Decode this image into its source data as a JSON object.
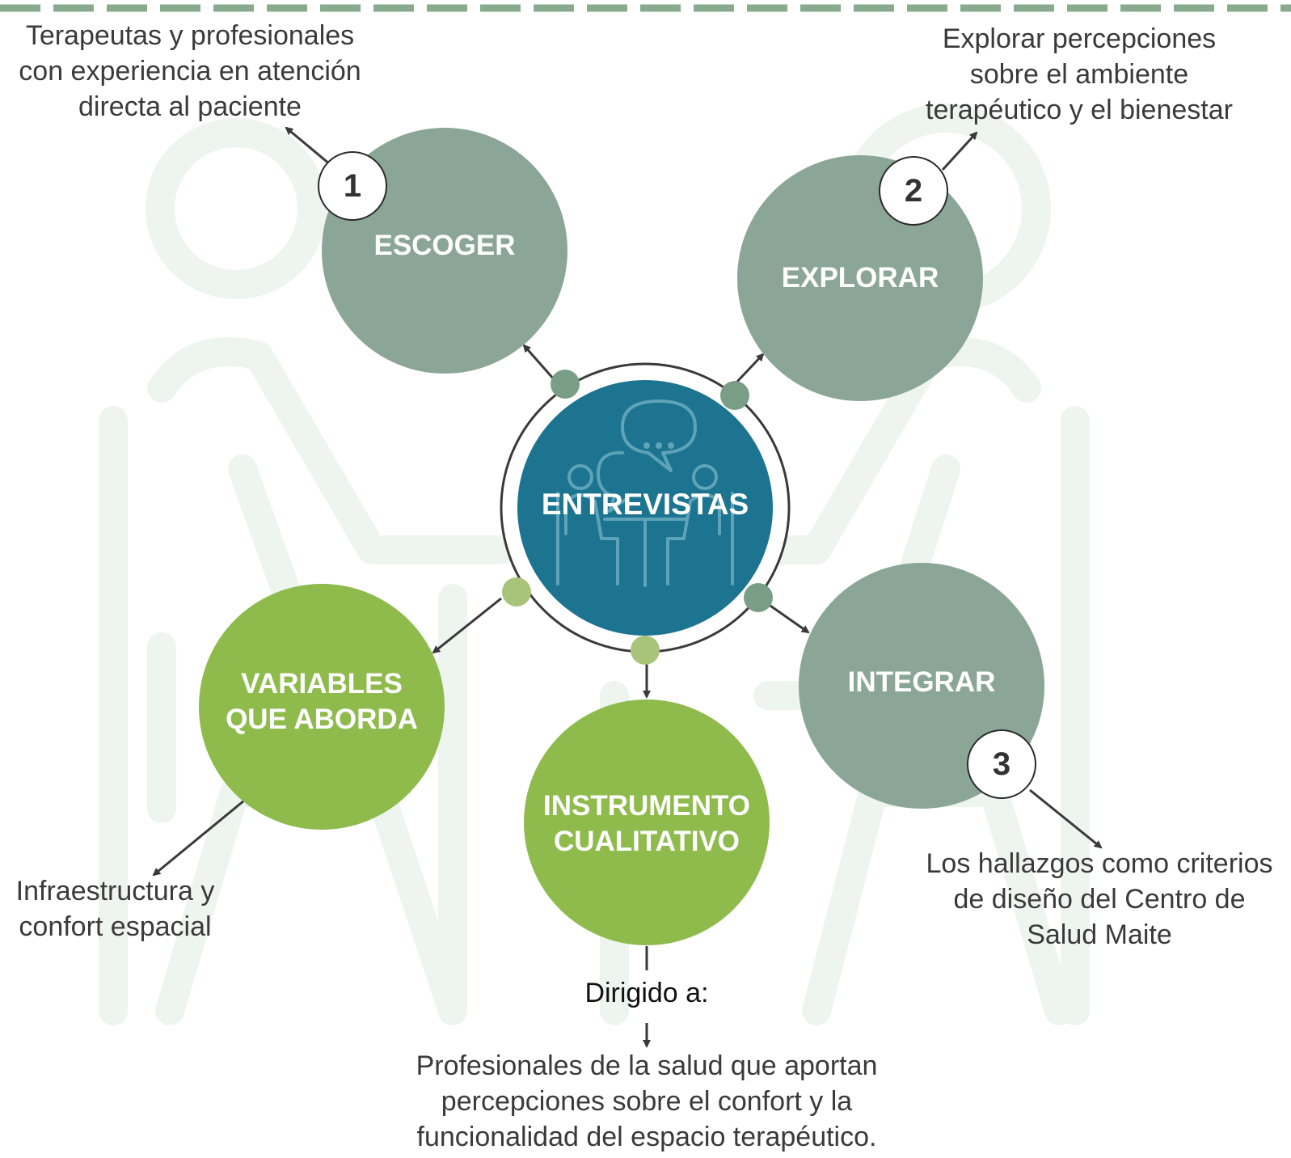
{
  "colors": {
    "sage": "#8ba696",
    "olive": "#8fbb4d",
    "teal": "#1c7490",
    "dot_sage": "#7a9e85",
    "dot_olive": "#a8c47a",
    "watermark": "#eef5ef",
    "dash": "#87ab8c"
  },
  "center": {
    "label": "ENTREVISTAS",
    "icon": "interview-conversation-icon"
  },
  "nodes": {
    "escoger": {
      "label": "ESCOGER",
      "number": "1",
      "note": [
        "Terapeutas y profesionales",
        "con experiencia en atención",
        "directa al paciente"
      ]
    },
    "explorar": {
      "label": "EXPLORAR",
      "number": "2",
      "note": [
        "Explorar percepciones",
        "sobre el ambiente",
        "terapéutico y el bienestar"
      ]
    },
    "integrar": {
      "label": "INTEGRAR",
      "number": "3",
      "note": [
        "Los hallazgos como criterios",
        "de diseño del Centro de",
        "Salud Maite"
      ]
    },
    "variables": {
      "label": [
        "VARIABLES",
        "QUE ABORDA"
      ],
      "note": [
        "Infraestructura y",
        "confort espacial"
      ]
    },
    "instrumento": {
      "label": [
        "INSTRUMENTO",
        "CUALITATIVO"
      ],
      "directed_label": "Dirigido a:",
      "note": [
        "Profesionales de la salud que aportan",
        "percepciones sobre el confort y la",
        "funcionalidad del espacio terapéutico."
      ]
    }
  }
}
